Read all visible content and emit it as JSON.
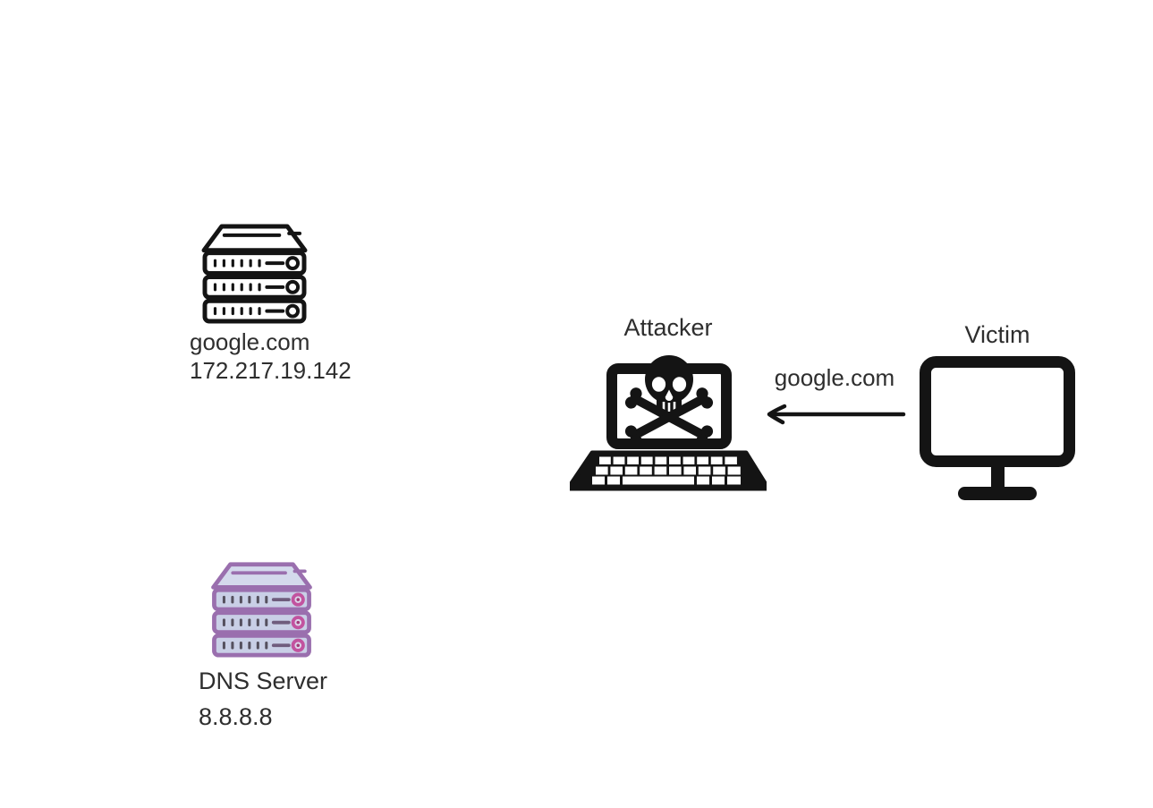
{
  "background": "#ffffff",
  "colors": {
    "ink": "#141414",
    "text": "#2e2e2e",
    "dns_lid": "#d4d9ec",
    "dns_body": "#c9cfe6",
    "dns_stroke": "#9a6fae",
    "dns_dot": "#55505e",
    "dns_dash": "#6f5c7d",
    "dns_ring": "#c2539f",
    "dns_ring_fill": "#dcd6ea",
    "dns_ring_center": "#a23a79"
  },
  "nodes": {
    "google_server": {
      "title": "google.com",
      "subtitle": "172.217.19.142",
      "icon": "server-rack-icon"
    },
    "dns_server": {
      "title": "DNS Server",
      "subtitle": "8.8.8.8",
      "icon": "server-rack-icon"
    },
    "attacker": {
      "label": "Attacker",
      "icon": "laptop-skull-icon"
    },
    "victim": {
      "label": "Victim",
      "icon": "monitor-icon"
    }
  },
  "edges": {
    "victim_to_attacker": {
      "label": "google.com",
      "direction": "left"
    }
  }
}
